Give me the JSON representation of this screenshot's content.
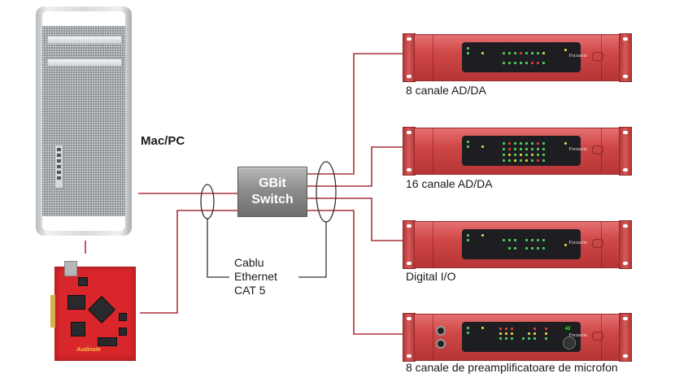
{
  "computer": {
    "label": "Mac/PC",
    "icon": "mac-pro-tower-icon"
  },
  "pcie_card": {
    "icon": "pcie-network-card-icon",
    "logo_text": "Audinate"
  },
  "switch": {
    "line1": "GBit",
    "line2": "Switch"
  },
  "cable": {
    "line1": "Cablu",
    "line2": "Ethernet",
    "line3": "CAT 5"
  },
  "devices": [
    {
      "label": "8 canale AD/DA",
      "brand": "Focusrite",
      "type": "ad-da-8"
    },
    {
      "label": "16 canale AD/DA",
      "brand": "Focusrite",
      "type": "ad-da-16"
    },
    {
      "label": "Digital I/O",
      "brand": "Focusrite",
      "type": "digital-io"
    },
    {
      "label": "8 canale de preamplificatoare de microfon",
      "brand": "Focusrite",
      "type": "mic-pre-8"
    }
  ],
  "colors": {
    "wire": "#a8333a",
    "annotation": "#333333",
    "rack": "#cf4848",
    "switch": "#8d8d8d"
  }
}
